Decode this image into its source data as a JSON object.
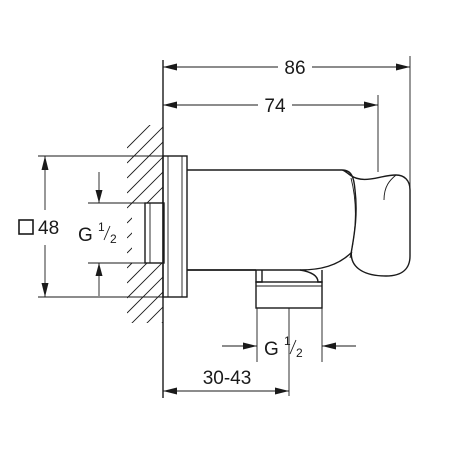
{
  "dimensions": {
    "overall_length": "86",
    "body_length": "74",
    "wall_offset_range": "30-43",
    "flange_square_size": "48",
    "square_symbol": "□"
  },
  "threads": {
    "inlet": {
      "prefix": "G",
      "numerator": "1",
      "denominator": "2"
    },
    "outlet": {
      "prefix": "G",
      "numerator": "1",
      "denominator": "2"
    }
  }
}
